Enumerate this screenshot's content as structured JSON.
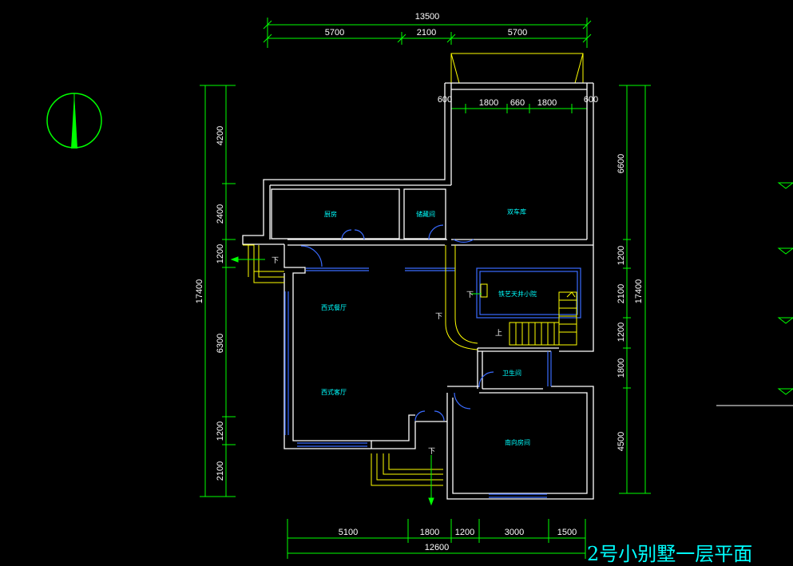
{
  "title": "2号小别墅一层平面",
  "dimensions": {
    "top_total": "13500",
    "top_parts": [
      "5700",
      "2100",
      "5700"
    ],
    "garage_parts": [
      "600",
      "1800",
      "660",
      "1800",
      "600"
    ],
    "bottom_parts": [
      "5100",
      "1800",
      "1200",
      "3000",
      "1500"
    ],
    "bottom_total": "12600",
    "left_parts": [
      "4200",
      "2400",
      "1200",
      "6300",
      "1200",
      "2100"
    ],
    "left_total": "17400",
    "right_parts": [
      "6600",
      "1200",
      "2100",
      "1200",
      "1800",
      "4500"
    ],
    "right_total": "17400"
  },
  "rooms": {
    "kitchen": "厨房",
    "storage": "储藏间",
    "garage": "双车库",
    "dining": "西式餐厅",
    "living": "西式客厅",
    "courtyard": "铁艺天井小院",
    "bathroom": "卫生间",
    "south_bedroom": "南向房间"
  },
  "marks": {
    "down": "下",
    "up": "上"
  },
  "colors": {
    "background": "#000000",
    "walls": "#ffffff",
    "dimension_lines": "#00ff00",
    "room_labels": "#00ffff",
    "windows": "#3a6bff",
    "stairs_and_steps": "#ffff00",
    "title": "#00ffff"
  },
  "icons": {
    "north_arrow": "north-arrow-icon",
    "elevation_marker": "elevation-triangle-icon"
  }
}
